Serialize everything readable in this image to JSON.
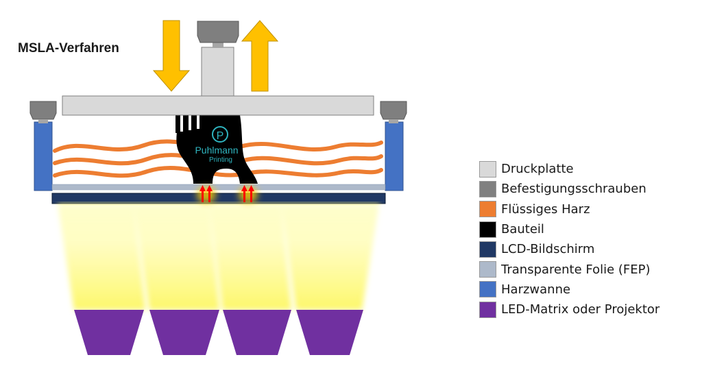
{
  "title": "MSLA-Verfahren",
  "logo": {
    "line1": "Puhlmann",
    "line2": "Printing",
    "monogram": "P"
  },
  "legend": [
    {
      "label": "Druckplatte",
      "color": "#d9d9d9"
    },
    {
      "label": "Befestigungsschrauben",
      "color": "#808080"
    },
    {
      "label": "Flüssiges Harz",
      "color": "#ed7d31"
    },
    {
      "label": "Bauteil",
      "color": "#000000"
    },
    {
      "label": "LCD-Bildschirm",
      "color": "#203864"
    },
    {
      "label": "Transparente Folie (FEP)",
      "color": "#adb9ca"
    },
    {
      "label": "Harzwanne",
      "color": "#4472c4"
    },
    {
      "label": "LED-Matrix oder Projektor",
      "color": "#7030a0"
    }
  ],
  "accents": {
    "arrow": "#ffc000",
    "light": "#ffff99",
    "uv_arrow": "#ff0000"
  }
}
